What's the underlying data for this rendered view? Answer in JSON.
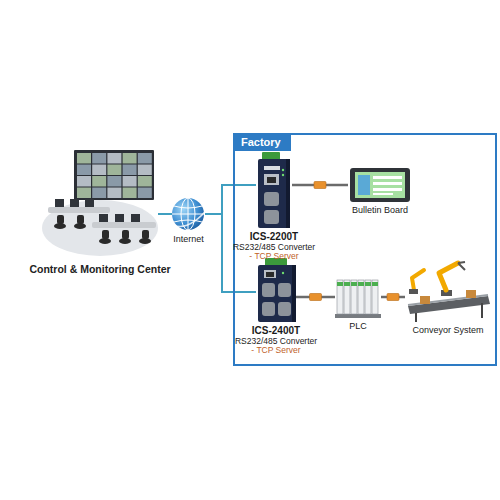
{
  "diagram": {
    "nodes": [
      {
        "text": [
          "Control & Monitoring Center"
        ]
      },
      {
        "text": [
          "Internet"
        ]
      },
      {
        "text": [
          "Factory"
        ]
      },
      {
        "text": [
          "ICS-2200T",
          "RS232/485 Converter",
          "- TCP Server"
        ],
        "in": 2
      },
      {
        "text": [
          "Bulletin Board"
        ],
        "in": 2
      },
      {
        "text": [
          "ICS-2400T",
          "RS232/485 Converter",
          "- TCP Server"
        ],
        "in": 2
      },
      {
        "text": [
          "PLC"
        ],
        "in": 2
      },
      {
        "text": [
          "Conveyor System"
        ],
        "in": 2
      }
    ],
    "edges": [
      {
        "from": 0,
        "to": 1,
        "arrow": "none"
      },
      {
        "from": 1,
        "to": 3,
        "arrow": "none"
      },
      {
        "from": 1,
        "to": 5,
        "arrow": "none"
      },
      {
        "from": 3,
        "to": 4,
        "arrow": "none"
      },
      {
        "from": 5,
        "to": 6,
        "arrow": "none"
      },
      {
        "from": 6,
        "to": 7,
        "arrow": "none"
      }
    ]
  }
}
